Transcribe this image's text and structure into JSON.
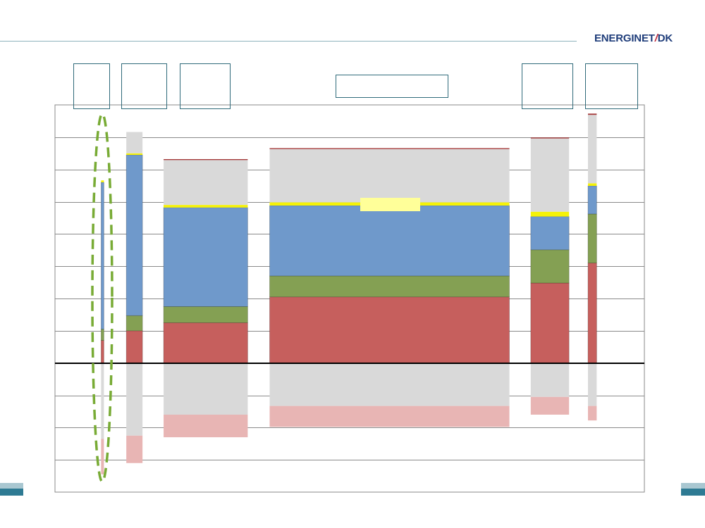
{
  "header": {
    "logo_text": "ENERGINET",
    "logo_sep": "/",
    "logo_suffix": "DK",
    "brand_color": "#1f3d7a",
    "accent_color": "#c0283a"
  },
  "label_boxes": [
    {
      "text": ""
    },
    {
      "text": ""
    },
    {
      "text": ""
    },
    {
      "text": ""
    },
    {
      "text": ""
    },
    {
      "text": ""
    }
  ],
  "chart_data": {
    "type": "bar",
    "ylim": [
      -4,
      8
    ],
    "grid": true,
    "colors": {
      "red": "#c65f5d",
      "green": "#84a053",
      "blue": "#6f99cb",
      "yellow": "#f5f207",
      "gray": "#d9d9d9",
      "pink": "#e8b5b4",
      "darkred": "#a43a3a",
      "highlight": "#ffff99",
      "ellipse": "#78ab35"
    },
    "bars": [
      {
        "x0": 0.0782,
        "x1": 0.083,
        "red": 0.7,
        "green": 0.35,
        "blue": 4.55,
        "yellow": 0.06,
        "gray": 0.0,
        "darkred": 0.0,
        "neg_gray": -2.35,
        "neg_pink": -1.1
      },
      {
        "x0": 0.121,
        "x1": 0.1485,
        "red": 1.0,
        "green": 0.47,
        "blue": 4.98,
        "yellow": 0.05,
        "gray": 0.66,
        "darkred": 0.0,
        "neg_gray": -2.25,
        "neg_pink": -0.85
      },
      {
        "x0": 0.1843,
        "x1": 0.327,
        "red": 1.25,
        "green": 0.5,
        "blue": 3.07,
        "yellow": 0.08,
        "gray": 1.39,
        "darkred": 0.03,
        "neg_gray": -1.6,
        "neg_pink": -0.7
      },
      {
        "x0": 0.3642,
        "x1": 0.771,
        "red": 2.05,
        "green": 0.65,
        "blue": 2.18,
        "yellow": 0.1,
        "gray": 1.65,
        "darkred": 0.03,
        "neg_gray": -1.33,
        "neg_pink": -0.65
      },
      {
        "x0": 0.8072,
        "x1": 0.8722,
        "red": 2.48,
        "green": 1.03,
        "blue": 1.03,
        "yellow": 0.15,
        "gray": 2.27,
        "darkred": 0.03,
        "neg_gray": -1.05,
        "neg_pink": -0.55
      },
      {
        "x0": 0.9043,
        "x1": 0.9191,
        "red": 3.1,
        "green": 1.52,
        "blue": 0.87,
        "yellow": 0.08,
        "gray": 2.12,
        "darkred": 0.04,
        "neg_gray": -1.33,
        "neg_pink": -0.45
      }
    ]
  }
}
